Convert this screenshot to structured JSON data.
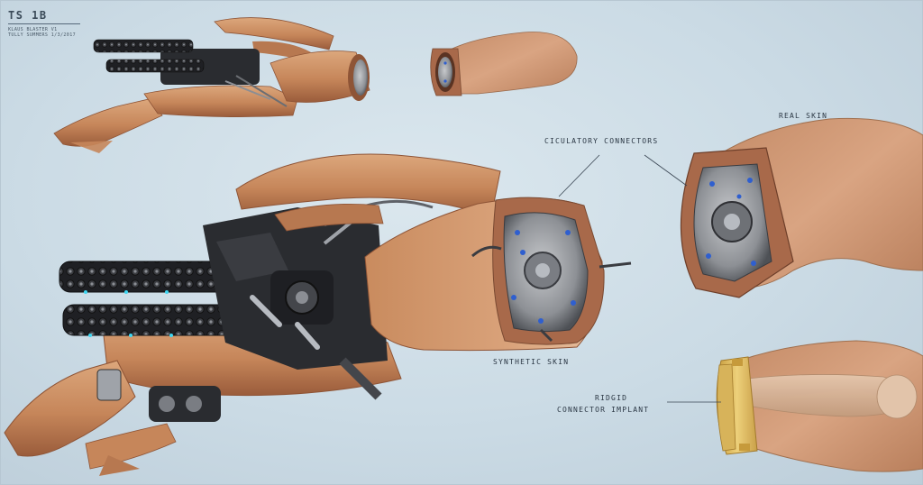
{
  "title": {
    "main": "TS 1B",
    "line1": "KLAUS BLASTER V1",
    "line2": "TULLY SUMMERS 1/3/2017"
  },
  "labels": {
    "circulatory": "CICULATORY CONNECTORS",
    "real_skin": "REAL SKIN",
    "synthetic_skin": "SYNTHETIC SKIN",
    "implant_line1": "RIDGID",
    "implant_line2": "CONNECTOR IMPLANT"
  },
  "colors": {
    "background": "#cfdde6",
    "skin": "#c98b5e",
    "skin_dark": "#8e5436",
    "metal_dark": "#2a2c30",
    "implant": "#d9b457",
    "connector_accent": "#2f5fcf",
    "glow_accent": "#3fd6f0"
  }
}
